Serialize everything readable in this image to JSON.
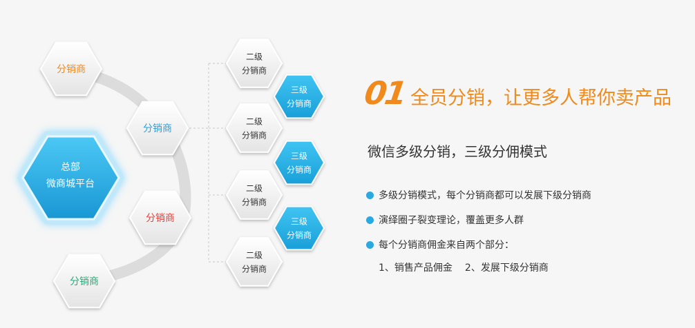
{
  "colors": {
    "orange": "#f08a1c",
    "blue": "#2f9fd6",
    "red": "#e8413c",
    "green": "#2aa87a",
    "cyan_fill": "#25b1e6",
    "hq_fill": "#33b4ea",
    "bullet": "#2aa8e0"
  },
  "diagram": {
    "hq": {
      "line1": "总部",
      "line2": "微商城平台"
    },
    "tier1": [
      {
        "label": "分销商",
        "color": "orange"
      },
      {
        "label": "分销商",
        "color": "blue"
      },
      {
        "label": "分销商",
        "color": "red"
      },
      {
        "label": "分销商",
        "color": "green"
      }
    ],
    "tier2": [
      {
        "line1": "二级",
        "line2": "分销商"
      },
      {
        "line1": "二级",
        "line2": "分销商"
      },
      {
        "line1": "二级",
        "line2": "分销商"
      },
      {
        "line1": "二级",
        "line2": "分销商"
      }
    ],
    "tier3": [
      {
        "line1": "三级",
        "line2": "分销商"
      },
      {
        "line1": "三级",
        "line2": "分销商"
      },
      {
        "line1": "三级",
        "line2": "分销商"
      }
    ]
  },
  "panel": {
    "number": "01",
    "title": "全员分销，让更多人帮你卖产品",
    "subtitle": "微信多级分销，三级分佣模式",
    "bullets": [
      "多级分销模式，每个分销商都可以发展下级分销商",
      "演绎圈子裂变理论，覆盖更多人群",
      "每个分销商佣金来自两个部分："
    ],
    "sub_items": [
      "1、销售产品佣金",
      "2、发展下级分销商"
    ]
  }
}
